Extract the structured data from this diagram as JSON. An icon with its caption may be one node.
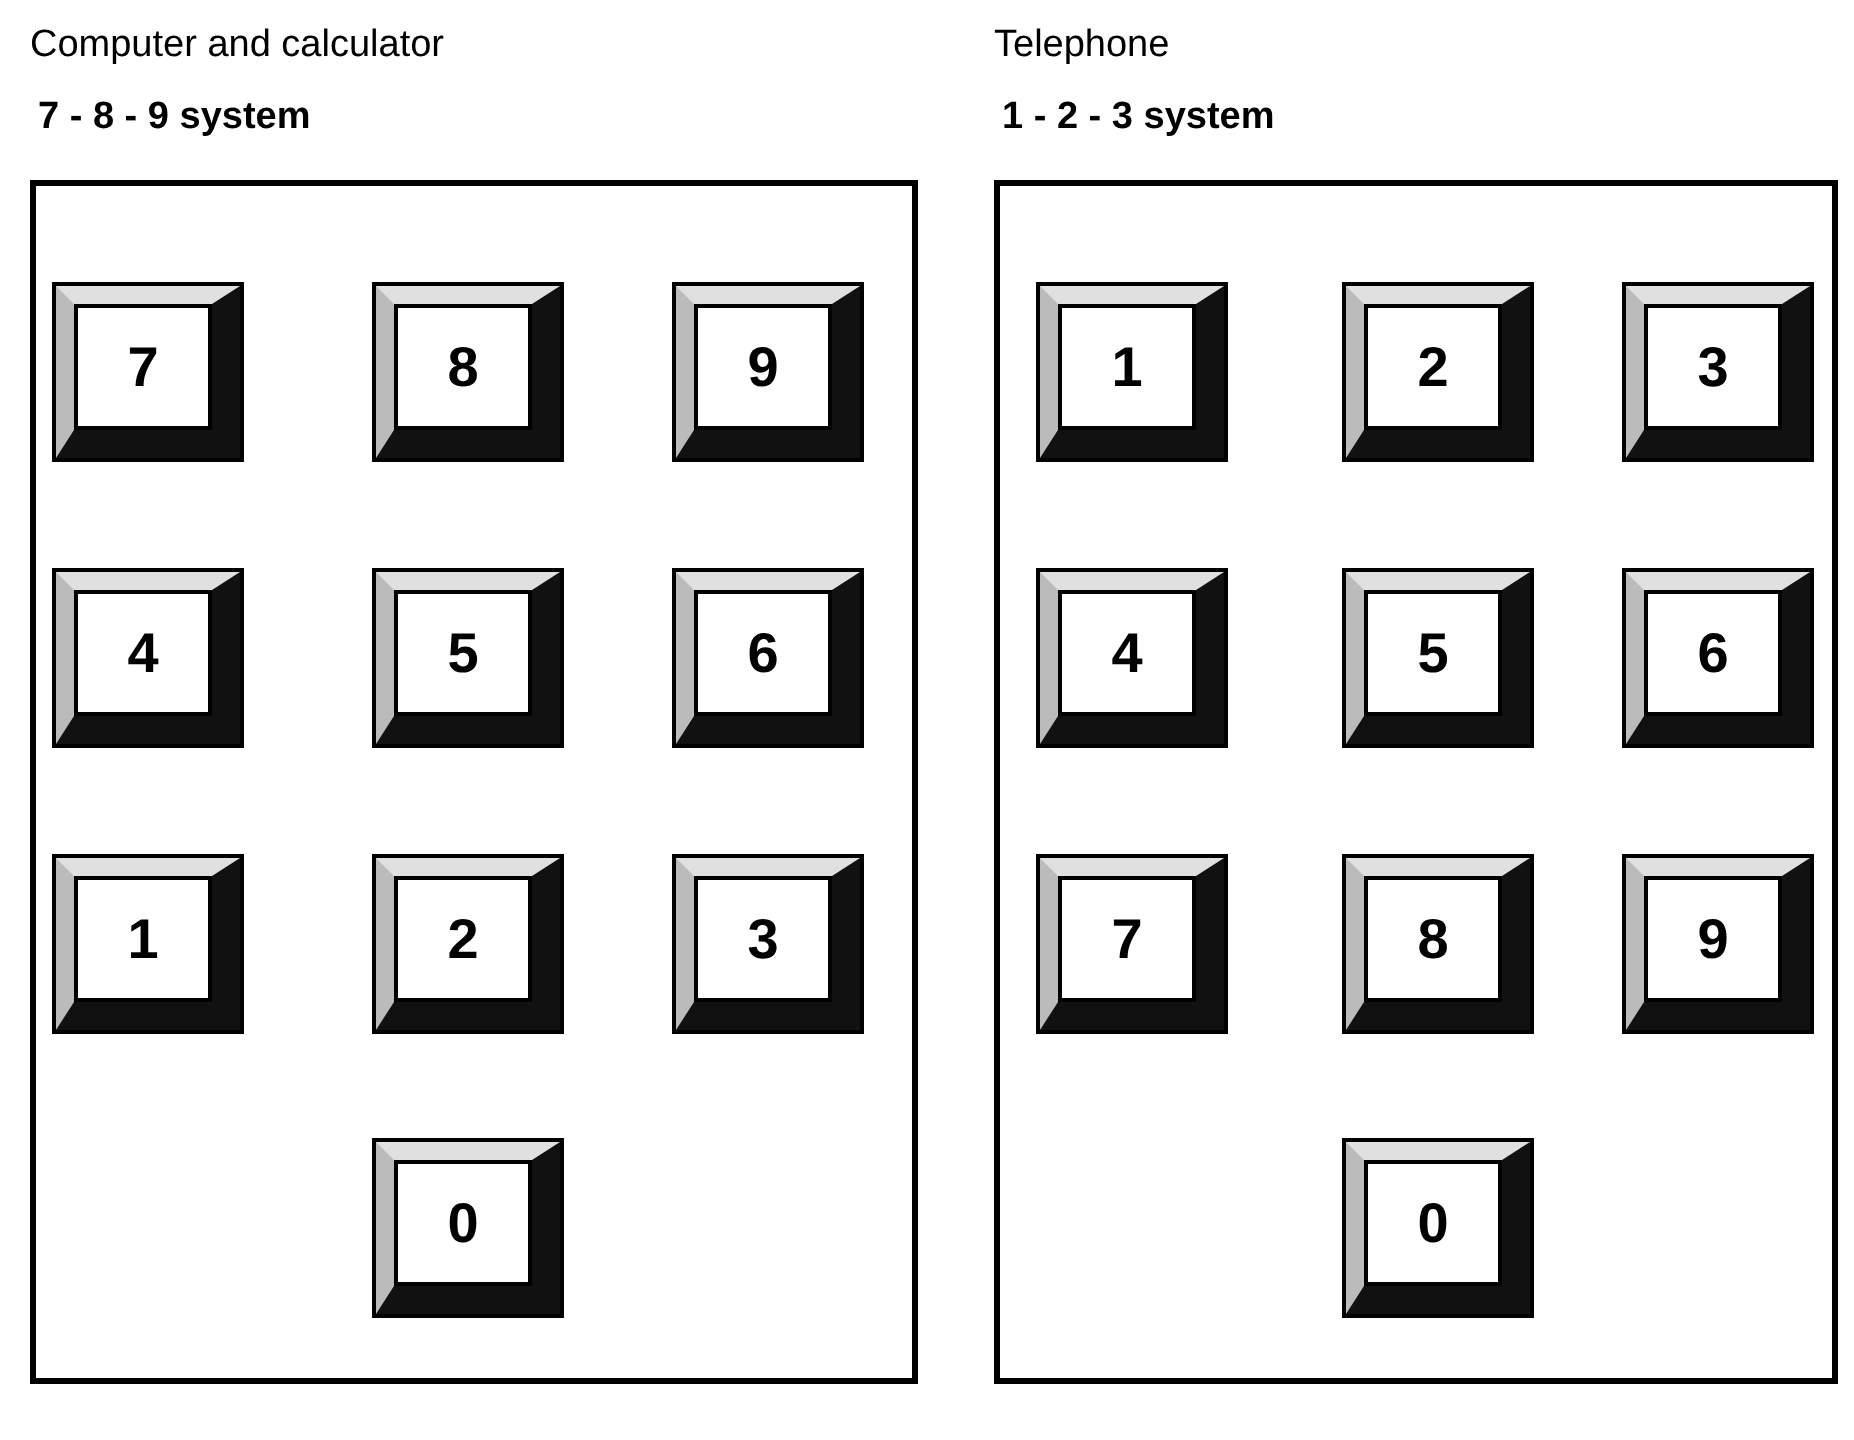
{
  "diagram": {
    "nodes": [
      {
        "text": [
          "Computer and calculator",
          "7 - 8 - 9 system"
        ]
      },
      {
        "text": [
          "7"
        ],
        "in": 0
      },
      {
        "text": [
          "8"
        ],
        "in": 0
      },
      {
        "text": [
          "9"
        ],
        "in": 0
      },
      {
        "text": [
          "4"
        ],
        "in": 0
      },
      {
        "text": [
          "5"
        ],
        "in": 0
      },
      {
        "text": [
          "6"
        ],
        "in": 0
      },
      {
        "text": [
          "1"
        ],
        "in": 0
      },
      {
        "text": [
          "2"
        ],
        "in": 0
      },
      {
        "text": [
          "3"
        ],
        "in": 0
      },
      {
        "text": [
          "0"
        ],
        "in": 0
      },
      {
        "text": [
          "Telephone",
          "1 - 2 - 3 system"
        ]
      },
      {
        "text": [
          "1"
        ],
        "in": 11
      },
      {
        "text": [
          "2"
        ],
        "in": 11
      },
      {
        "text": [
          "3"
        ],
        "in": 11
      },
      {
        "text": [
          "4"
        ],
        "in": 11
      },
      {
        "text": [
          "5"
        ],
        "in": 11
      },
      {
        "text": [
          "6"
        ],
        "in": 11
      },
      {
        "text": [
          "7"
        ],
        "in": 11
      },
      {
        "text": [
          "8"
        ],
        "in": 11
      },
      {
        "text": [
          "9"
        ],
        "in": 11
      },
      {
        "text": [
          "0"
        ],
        "in": 11
      }
    ]
  }
}
